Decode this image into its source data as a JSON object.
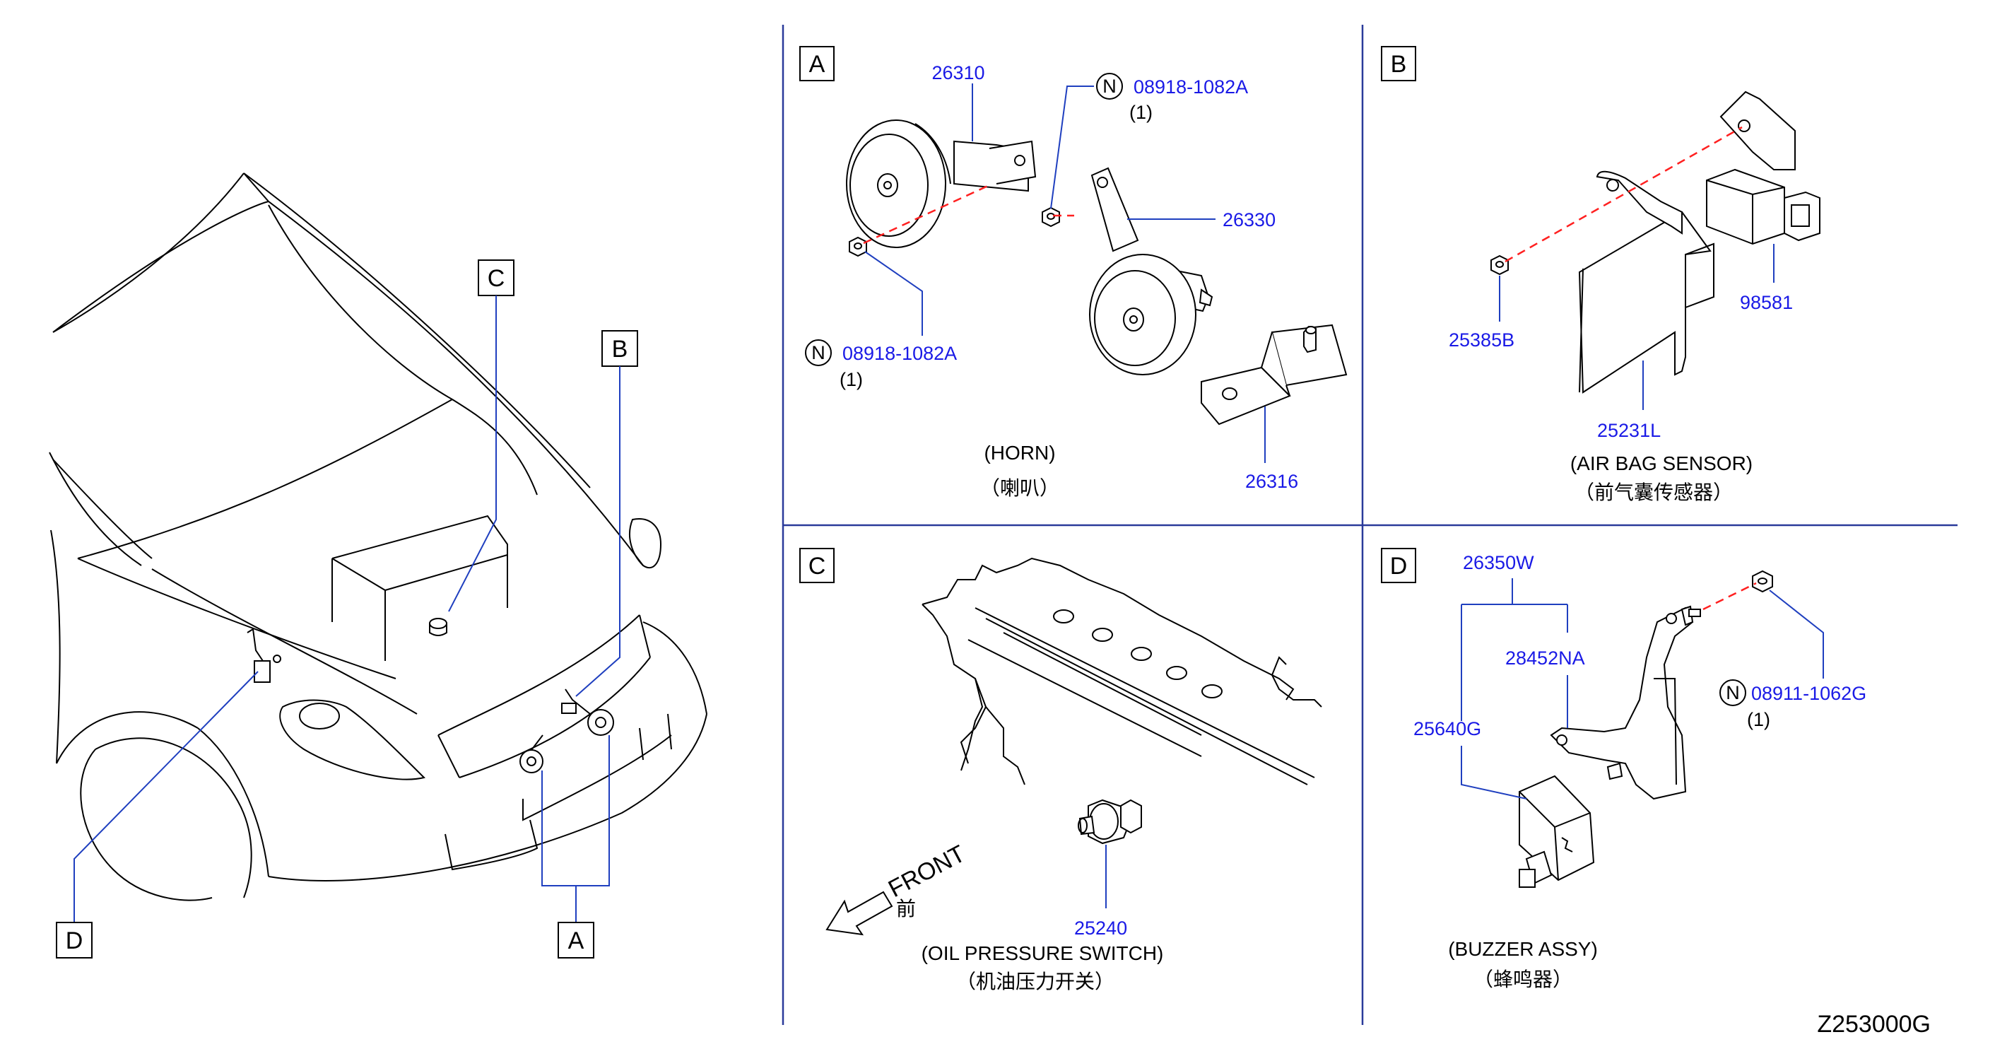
{
  "diagram_code": "Z253000G",
  "overview_callouts": {
    "a": "A",
    "b": "B",
    "c": "C",
    "d": "D"
  },
  "panel_a": {
    "letter": "A",
    "parts": {
      "horn_high": "26310",
      "horn_low": "26330",
      "bracket": "26316",
      "nut_top": "08918-1082A",
      "nut_top_qty": "(1)",
      "nut_left": "08918-1082A",
      "nut_left_qty": "(1)"
    },
    "caption_en": "(HORN)",
    "caption_cn": "（喇叭）"
  },
  "panel_b": {
    "letter": "B",
    "parts": {
      "sensor": "98581",
      "bolt": "25385B",
      "bracket": "25231L"
    },
    "caption_en": "(AIR   BAG   SENSOR)",
    "caption_cn": "（前气囊传感器）"
  },
  "panel_c": {
    "letter": "C",
    "parts": {
      "switch": "25240"
    },
    "front_label": "FRONT",
    "front_cn": "前",
    "caption_en": "(OIL   PRESSURE   SWITCH)",
    "caption_cn": "（机油压力开关）"
  },
  "panel_d": {
    "letter": "D",
    "parts": {
      "assy": "26350W",
      "bracket": "28452NA",
      "buzzer": "25640G",
      "nut": "08911-1062G",
      "nut_qty": "(1)"
    },
    "caption_en": "(BUZZER   ASSY)",
    "caption_cn": "（蜂鸣器）"
  },
  "n_mark": "N"
}
